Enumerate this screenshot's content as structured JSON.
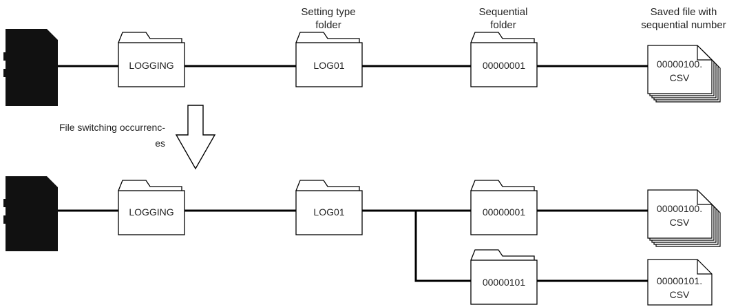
{
  "headers": {
    "setting_type": [
      "Setting type",
      "folder"
    ],
    "sequential": [
      "Sequential",
      "folder"
    ],
    "saved_file": [
      "Saved file with",
      "sequential number"
    ]
  },
  "transition_label": [
    "File switching occurrenc-",
    "es"
  ],
  "before": {
    "root_folder": "LOGGING",
    "type_folder": "LOG01",
    "seq_folder": "00000001",
    "file": [
      "00000100.",
      "CSV"
    ]
  },
  "after": {
    "root_folder": "LOGGING",
    "type_folder": "LOG01",
    "seq_folder_1": "00000001",
    "file_1": [
      "00000100.",
      "CSV"
    ],
    "seq_folder_2": "00000101",
    "file_2": [
      "00000101.",
      "CSV"
    ]
  },
  "colors": {
    "line": "#000000",
    "card": "#111111",
    "text": "#222222"
  }
}
